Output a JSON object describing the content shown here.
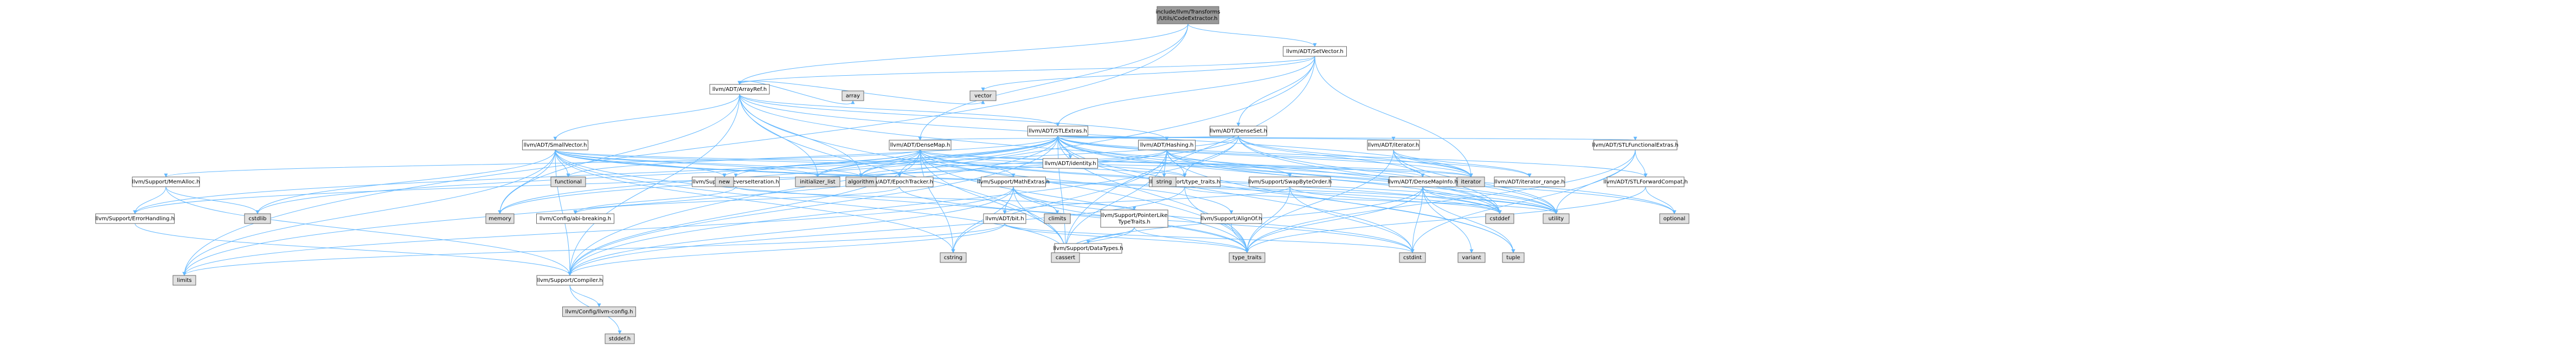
{
  "colors": {
    "root_fill": "#999999",
    "root_text": "#000000",
    "header_fill": "#ffffff",
    "system_fill": "#e0e0e0",
    "truncated_border": "#ff0000",
    "edge": "#63b8ff",
    "edge_alt": "#4d4d4d",
    "text": "#000000"
  },
  "nodes": [
    {
      "id": "root",
      "lines": [
        "include/llvm/Transforms",
        "/Utils/CodeExtractor.h"
      ],
      "kind": "root"
    },
    {
      "id": "setvector",
      "lines": [
        "llvm/ADT/SetVector.h"
      ],
      "kind": "header"
    },
    {
      "id": "arrayref",
      "lines": [
        "llvm/ADT/ArrayRef.h"
      ],
      "kind": "header"
    },
    {
      "id": "densemap",
      "lines": [
        "llvm/ADT/DenseMap.h"
      ],
      "kind": "header"
    },
    {
      "id": "stlextras",
      "lines": [
        "llvm/ADT/STLExtras.h"
      ],
      "kind": "header"
    },
    {
      "id": "denseset",
      "lines": [
        "llvm/ADT/DenseSet.h"
      ],
      "kind": "header"
    },
    {
      "id": "smallvector",
      "lines": [
        "llvm/ADT/SmallVector.h"
      ],
      "kind": "header"
    },
    {
      "id": "hashing",
      "lines": [
        "llvm/ADT/Hashing.h"
      ],
      "kind": "header"
    },
    {
      "id": "adtiterator",
      "lines": [
        "llvm/ADT/iterator.h"
      ],
      "kind": "header"
    },
    {
      "id": "stlfunctionalextras",
      "lines": [
        "llvm/ADT/STLFunctionalExtras.h"
      ],
      "kind": "header"
    },
    {
      "id": "identity",
      "lines": [
        "llvm/ADT/identity.h"
      ],
      "kind": "header"
    },
    {
      "id": "memalloc",
      "lines": [
        "llvm/Support/MemAlloc.h"
      ],
      "kind": "header"
    },
    {
      "id": "reverseiteration",
      "lines": [
        "llvm/Support/ReverseIteration.h"
      ],
      "kind": "header"
    },
    {
      "id": "epochtracker",
      "lines": [
        "llvm/ADT/EpochTracker.h"
      ],
      "kind": "header"
    },
    {
      "id": "mathextras",
      "lines": [
        "llvm/Support/MathExtras.h"
      ],
      "kind": "header"
    },
    {
      "id": "typetraits",
      "lines": [
        "llvm/Support/type_traits.h"
      ],
      "kind": "header"
    },
    {
      "id": "swapbyteorder",
      "lines": [
        "llvm/Support/SwapByteOrder.h"
      ],
      "kind": "truncated"
    },
    {
      "id": "densemapinfo",
      "lines": [
        "llvm/ADT/DenseMapInfo.h"
      ],
      "kind": "header"
    },
    {
      "id": "iteratorrange",
      "lines": [
        "llvm/ADT/iterator_range.h"
      ],
      "kind": "header"
    },
    {
      "id": "stlforwardcompat",
      "lines": [
        "llvm/ADT/STLForwardCompat.h"
      ],
      "kind": "header"
    },
    {
      "id": "errorhandling",
      "lines": [
        "llvm/Support/ErrorHandling.h"
      ],
      "kind": "header"
    },
    {
      "id": "adtbit",
      "lines": [
        "llvm/ADT/bit.h"
      ],
      "kind": "header"
    },
    {
      "id": "pointerliketypetraits",
      "lines": [
        "llvm/Support/PointerLike",
        "TypeTraits.h"
      ],
      "kind": "header"
    },
    {
      "id": "alignof",
      "lines": [
        "llvm/Support/AlignOf.h"
      ],
      "kind": "header"
    },
    {
      "id": "abibreaking",
      "lines": [
        "llvm/Config/abi-breaking.h"
      ],
      "kind": "header"
    },
    {
      "id": "compiler",
      "lines": [
        "llvm/Support/Compiler.h"
      ],
      "kind": "header"
    },
    {
      "id": "datatypes",
      "lines": [
        "llvm/Support/DataTypes.h"
      ],
      "kind": "truncated"
    },
    {
      "id": "llvmconfig",
      "lines": [
        "llvm/Config/llvm-config.h"
      ],
      "kind": "system"
    },
    {
      "id": "stddef_h",
      "lines": [
        "stddef.h"
      ],
      "kind": "system"
    },
    {
      "id": "vector",
      "lines": [
        "vector"
      ],
      "kind": "system"
    },
    {
      "id": "array",
      "lines": [
        "array"
      ],
      "kind": "system"
    },
    {
      "id": "memory",
      "lines": [
        "memory"
      ],
      "kind": "system"
    },
    {
      "id": "functional",
      "lines": [
        "functional"
      ],
      "kind": "system"
    },
    {
      "id": "new",
      "lines": [
        "new"
      ],
      "kind": "system"
    },
    {
      "id": "initializer_list",
      "lines": [
        "initializer_list"
      ],
      "kind": "system"
    },
    {
      "id": "algorithm",
      "lines": [
        "algorithm"
      ],
      "kind": "system"
    },
    {
      "id": "string",
      "lines": [
        "string"
      ],
      "kind": "system"
    },
    {
      "id": "iterator",
      "lines": [
        "iterator"
      ],
      "kind": "system"
    },
    {
      "id": "cstdlib",
      "lines": [
        "cstdlib"
      ],
      "kind": "system"
    },
    {
      "id": "climits",
      "lines": [
        "climits"
      ],
      "kind": "system"
    },
    {
      "id": "cstddef",
      "lines": [
        "cstddef"
      ],
      "kind": "system"
    },
    {
      "id": "variant",
      "lines": [
        "variant"
      ],
      "kind": "system"
    },
    {
      "id": "tuple",
      "lines": [
        "tuple"
      ],
      "kind": "system"
    },
    {
      "id": "utility",
      "lines": [
        "utility"
      ],
      "kind": "system"
    },
    {
      "id": "optional",
      "lines": [
        "optional"
      ],
      "kind": "system"
    },
    {
      "id": "limits",
      "lines": [
        "limits"
      ],
      "kind": "system"
    },
    {
      "id": "cstring",
      "lines": [
        "cstring"
      ],
      "kind": "system"
    },
    {
      "id": "cassert",
      "lines": [
        "cassert"
      ],
      "kind": "system"
    },
    {
      "id": "type_traits",
      "lines": [
        "type_traits"
      ],
      "kind": "system"
    },
    {
      "id": "cstdint",
      "lines": [
        "cstdint"
      ],
      "kind": "system"
    }
  ],
  "edges": [
    [
      "root",
      "setvector"
    ],
    [
      "root",
      "arrayref"
    ],
    [
      "root",
      "densemap"
    ],
    [
      "root",
      "limits"
    ],
    [
      "setvector",
      "arrayref"
    ],
    [
      "setvector",
      "denseset"
    ],
    [
      "setvector",
      "stlextras"
    ],
    [
      "setvector",
      "compiler"
    ],
    [
      "setvector",
      "cassert"
    ],
    [
      "setvector",
      "iterator"
    ],
    [
      "setvector",
      "vector"
    ],
    [
      "arrayref",
      "hashing"
    ],
    [
      "arrayref",
      "smallvector"
    ],
    [
      "arrayref",
      "stlextras"
    ],
    [
      "arrayref",
      "compiler"
    ],
    [
      "arrayref",
      "algorithm"
    ],
    [
      "arrayref",
      "array"
    ],
    [
      "arrayref",
      "cassert"
    ],
    [
      "arrayref",
      "cstddef"
    ],
    [
      "arrayref",
      "initializer_list"
    ],
    [
      "arrayref",
      "iterator"
    ],
    [
      "arrayref",
      "memory"
    ],
    [
      "arrayref",
      "type_traits"
    ],
    [
      "arrayref",
      "vector"
    ],
    [
      "stlextras",
      "adtiterator"
    ],
    [
      "stlextras",
      "stlfunctionalextras"
    ],
    [
      "stlextras",
      "stlforwardcompat"
    ],
    [
      "stlextras",
      "identity"
    ],
    [
      "stlextras",
      "iteratorrange"
    ],
    [
      "stlextras",
      "errorhandling"
    ],
    [
      "stlextras",
      "hashing"
    ],
    [
      "stlextras",
      "compiler"
    ],
    [
      "stlextras",
      "algorithm"
    ],
    [
      "stlextras",
      "cassert"
    ],
    [
      "stlextras",
      "cstddef"
    ],
    [
      "stlextras",
      "cstdint"
    ],
    [
      "stlextras",
      "cstdlib"
    ],
    [
      "stlextras",
      "functional"
    ],
    [
      "stlextras",
      "initializer_list"
    ],
    [
      "stlextras",
      "iterator"
    ],
    [
      "stlextras",
      "limits"
    ],
    [
      "stlextras",
      "memory"
    ],
    [
      "stlextras",
      "optional"
    ],
    [
      "stlextras",
      "tuple"
    ],
    [
      "stlextras",
      "type_traits"
    ],
    [
      "stlextras",
      "utility"
    ],
    [
      "denseset",
      "densemap"
    ],
    [
      "denseset",
      "densemapinfo"
    ],
    [
      "denseset",
      "typetraits"
    ],
    [
      "denseset",
      "compiler"
    ],
    [
      "denseset",
      "cstddef"
    ],
    [
      "denseset",
      "initializer_list"
    ],
    [
      "denseset",
      "iterator"
    ],
    [
      "denseset",
      "utility"
    ],
    [
      "denseset",
      "memory"
    ],
    [
      "smallvector",
      "compiler"
    ],
    [
      "smallvector",
      "typetraits"
    ],
    [
      "smallvector",
      "algorithm"
    ],
    [
      "smallvector",
      "cassert"
    ],
    [
      "smallvector",
      "cstddef"
    ],
    [
      "smallvector",
      "cstdlib"
    ],
    [
      "smallvector",
      "cstring"
    ],
    [
      "smallvector",
      "functional"
    ],
    [
      "smallvector",
      "initializer_list"
    ],
    [
      "smallvector",
      "iterator"
    ],
    [
      "smallvector",
      "limits"
    ],
    [
      "smallvector",
      "memory"
    ],
    [
      "smallvector",
      "new"
    ],
    [
      "smallvector",
      "type_traits"
    ],
    [
      "smallvector",
      "utility"
    ],
    [
      "hashing",
      "errorhandling"
    ],
    [
      "hashing",
      "swapbyteorder"
    ],
    [
      "hashing",
      "typetraits"
    ],
    [
      "hashing",
      "algorithm"
    ],
    [
      "hashing",
      "cassert"
    ],
    [
      "hashing",
      "cstring"
    ],
    [
      "hashing",
      "optional"
    ],
    [
      "hashing",
      "string"
    ],
    [
      "hashing",
      "tuple"
    ],
    [
      "hashing",
      "utility"
    ],
    [
      "densemap",
      "densemapinfo"
    ],
    [
      "densemap",
      "epochtracker"
    ],
    [
      "densemap",
      "alignof"
    ],
    [
      "densemap",
      "compiler"
    ],
    [
      "densemap",
      "mathextras"
    ],
    [
      "densemap",
      "memalloc"
    ],
    [
      "densemap",
      "reverseiteration"
    ],
    [
      "densemap",
      "typetraits"
    ],
    [
      "densemap",
      "algorithm"
    ],
    [
      "densemap",
      "cassert"
    ],
    [
      "densemap",
      "cstddef"
    ],
    [
      "densemap",
      "cstring"
    ],
    [
      "densemap",
      "initializer_list"
    ],
    [
      "densemap",
      "iterator"
    ],
    [
      "densemap",
      "new"
    ],
    [
      "densemap",
      "type_traits"
    ],
    [
      "densemap",
      "utility"
    ],
    [
      "adtiterator",
      "iteratorrange"
    ],
    [
      "adtiterator",
      "cstddef"
    ],
    [
      "adtiterator",
      "iterator"
    ],
    [
      "adtiterator",
      "type_traits"
    ],
    [
      "adtiterator",
      "utility"
    ],
    [
      "stlfunctionalextras",
      "stlforwardcompat"
    ],
    [
      "stlfunctionalextras",
      "cstdint"
    ],
    [
      "stlfunctionalextras",
      "type_traits"
    ],
    [
      "stlfunctionalextras",
      "utility"
    ],
    [
      "stlforwardcompat",
      "optional"
    ],
    [
      "stlforwardcompat",
      "type_traits"
    ],
    [
      "memalloc",
      "compiler"
    ],
    [
      "memalloc",
      "errorhandling"
    ],
    [
      "memalloc",
      "cstdlib"
    ],
    [
      "errorhandling",
      "compiler"
    ],
    [
      "reverseiteration",
      "abibreaking"
    ],
    [
      "reverseiteration",
      "pointerliketypetraits"
    ],
    [
      "epochtracker",
      "abibreaking"
    ],
    [
      "epochtracker",
      "cstdint"
    ],
    [
      "mathextras",
      "adtbit"
    ],
    [
      "mathextras",
      "compiler"
    ],
    [
      "mathextras",
      "cassert"
    ],
    [
      "mathextras",
      "climits"
    ],
    [
      "mathextras",
      "cstdint"
    ],
    [
      "mathextras",
      "cstring"
    ],
    [
      "mathextras",
      "limits"
    ],
    [
      "mathextras",
      "type_traits"
    ],
    [
      "adtbit",
      "compiler"
    ],
    [
      "adtbit",
      "cstdint"
    ],
    [
      "adtbit",
      "limits"
    ],
    [
      "adtbit",
      "type_traits"
    ],
    [
      "pointerliketypetraits",
      "datatypes"
    ],
    [
      "pointerliketypetraits",
      "cassert"
    ],
    [
      "pointerliketypetraits",
      "type_traits"
    ],
    [
      "typetraits",
      "compiler"
    ],
    [
      "typetraits",
      "type_traits"
    ],
    [
      "typetraits",
      "utility"
    ],
    [
      "swapbyteorder",
      "adtbit"
    ],
    [
      "swapbyteorder",
      "cstddef"
    ],
    [
      "swapbyteorder",
      "cstdint"
    ],
    [
      "swapbyteorder",
      "type_traits"
    ],
    [
      "densemapinfo",
      "cassert"
    ],
    [
      "densemapinfo",
      "cstddef"
    ],
    [
      "densemapinfo",
      "cstdint"
    ],
    [
      "densemapinfo",
      "tuple"
    ],
    [
      "densemapinfo",
      "type_traits"
    ],
    [
      "densemapinfo",
      "utility"
    ],
    [
      "densemapinfo",
      "variant"
    ],
    [
      "alignof",
      "type_traits"
    ],
    [
      "compiler",
      "llvmconfig"
    ],
    [
      "compiler",
      "stddef_h"
    ]
  ]
}
